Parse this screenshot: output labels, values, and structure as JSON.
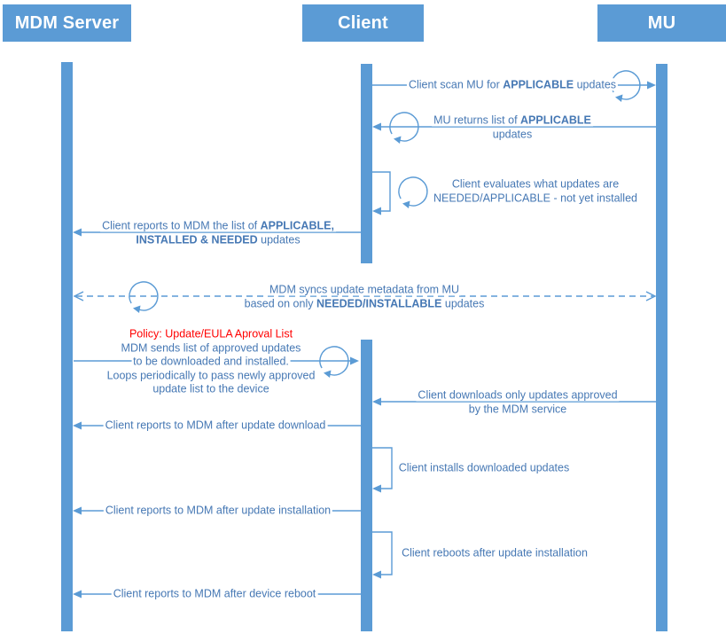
{
  "header": {
    "actors": [
      {
        "label": "MDM Server"
      },
      {
        "label": "Client"
      },
      {
        "label": "MU"
      }
    ]
  },
  "colors": {
    "accent": "#5B9BD5",
    "message_text": "#4678B4",
    "policy_text": "#FF0000"
  },
  "icons": {
    "loop": "loop-arrow-icon"
  },
  "messages": {
    "scan": {
      "pre": "Client scan MU for ",
      "em": "APPLICABLE",
      "post": " updates"
    },
    "returns": {
      "pre": "MU returns list of ",
      "em": "APPLICABLE",
      "line2": "updates"
    },
    "evaluates": {
      "line1": "Client evaluates what updates are",
      "line2": "NEEDED/APPLICABLE - not yet installed"
    },
    "report_list": {
      "pre": "Client reports to MDM the list of ",
      "em1": "APPLICABLE,",
      "em2": "INSTALLED & NEEDED",
      "post": " updates"
    },
    "sync": {
      "line1": "MDM syncs update metadata from MU",
      "pre2": "based on only ",
      "em": "NEEDED/INSTALLABLE",
      "post2": " updates"
    },
    "policy": {
      "title": "Policy: Update/EULA Aproval List",
      "line1": "MDM sends list of approved updates",
      "line2": "to be downloaded and installed.",
      "line3": "Loops periodically to pass newly approved",
      "line4": "update list to the device"
    },
    "downloads": {
      "line1": "Client downloads only updates approved",
      "line2": "by the MDM service"
    },
    "report_download": {
      "text": "Client reports to MDM after update download"
    },
    "installs": {
      "text": "Client installs downloaded updates"
    },
    "report_install": {
      "text": "Client reports to MDM after update installation"
    },
    "reboots": {
      "text": "Client reboots after update installation"
    },
    "report_reboot": {
      "text": "Client reports to MDM after device reboot"
    }
  }
}
